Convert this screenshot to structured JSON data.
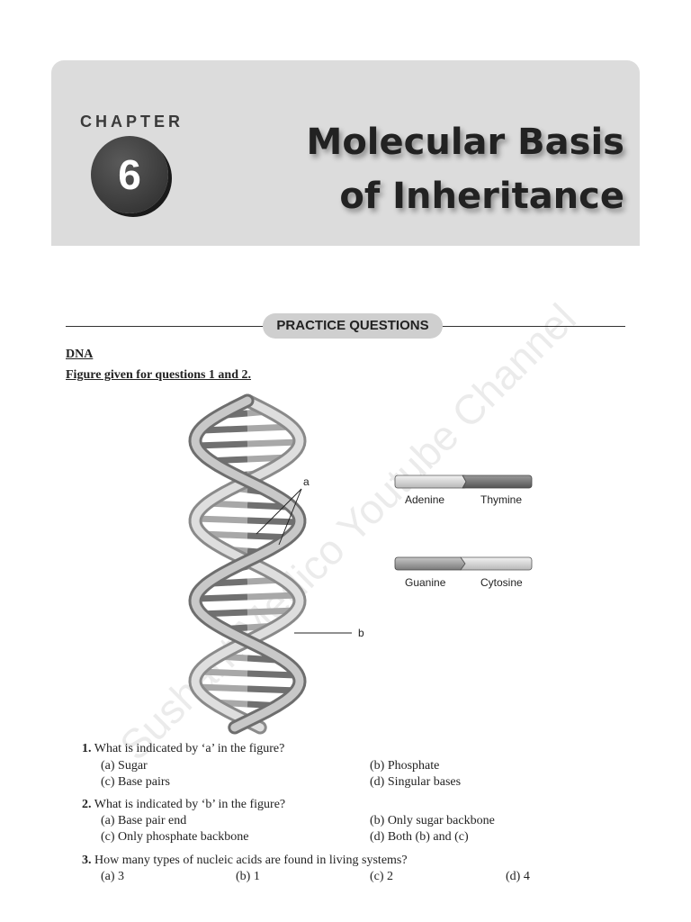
{
  "header": {
    "chapter_label": "CHAPTER",
    "chapter_number": "6",
    "title_line1": "Molecular Basis",
    "title_line2": "of Inheritance"
  },
  "section_banner": "PRACTICE QUESTIONS",
  "topic": "DNA",
  "figure_caption": "Figure given for questions 1 and 2.",
  "figure": {
    "label_a": "a",
    "label_b": "b",
    "legend": [
      {
        "left": "Adenine",
        "right": "Thymine"
      },
      {
        "left": "Guanine",
        "right": "Cytosine"
      }
    ]
  },
  "watermark": "Sushant Medico Youtube Channel",
  "questions": [
    {
      "number": "1.",
      "text": "What is indicated by ‘a’ in the figure?",
      "options": [
        "(a)  Sugar",
        "(b)  Phosphate",
        "(c)  Base pairs",
        "(d)  Singular bases"
      ]
    },
    {
      "number": "2.",
      "text": "What is indicated by ‘b’ in the figure?",
      "options": [
        "(a)  Base pair end",
        "(b)  Only sugar backbone",
        "(c)  Only phosphate backbone",
        "(d)  Both (b) and (c)"
      ]
    },
    {
      "number": "3.",
      "text": "How many types of nucleic acids are found in living systems?",
      "options": [
        "(a)  3",
        "(b)  1",
        "(c)  2",
        "(d)  4"
      ]
    }
  ]
}
